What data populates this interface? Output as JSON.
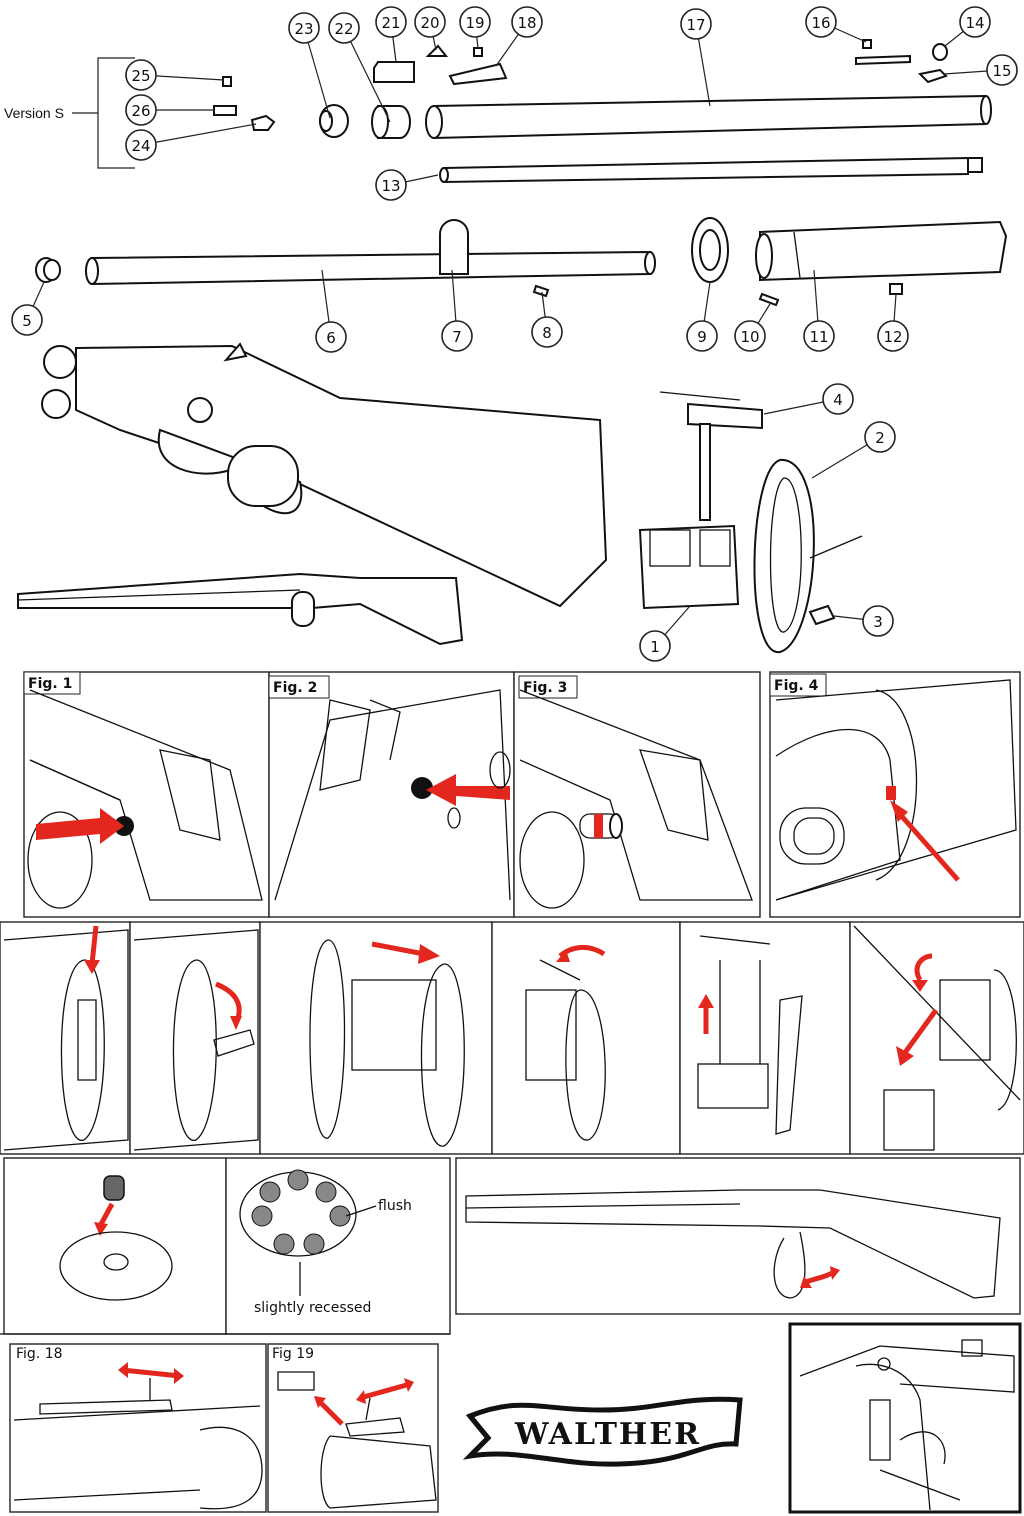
{
  "version_label": "Version S",
  "callouts": [
    "1",
    "2",
    "3",
    "4",
    "5",
    "6",
    "7",
    "8",
    "9",
    "10",
    "11",
    "12",
    "13",
    "14",
    "15",
    "16",
    "17",
    "18",
    "19",
    "20",
    "21",
    "22",
    "23",
    "24",
    "25",
    "26"
  ],
  "figures": {
    "fig1": "Fig. 1",
    "fig2": "Fig. 2",
    "fig3": "Fig. 3",
    "fig4": "Fig. 4",
    "fig18": "Fig. 18",
    "fig19": "Fig 19"
  },
  "magazine_labels": {
    "flush": "flush",
    "recessed": "slightly recessed"
  },
  "brand": "WALTHER",
  "colors": {
    "arrow": "#e3271f",
    "line": "#111111"
  }
}
